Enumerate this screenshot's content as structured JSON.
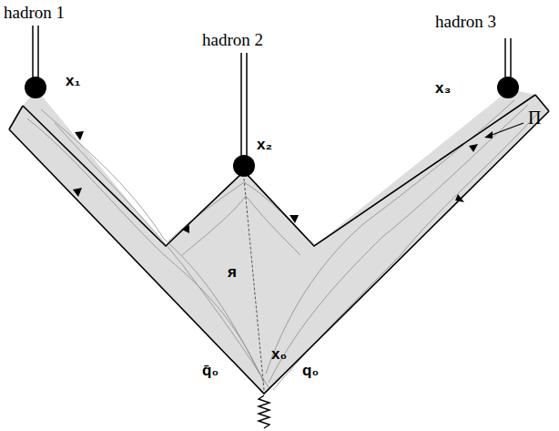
{
  "diagram": {
    "labels": [
      "hadron 1",
      "hadron 2",
      "hadron 3",
      "x₁",
      "x₂",
      "x₃",
      "x₀",
      "я",
      "q̄₀",
      "q₀",
      "Π"
    ]
  }
}
